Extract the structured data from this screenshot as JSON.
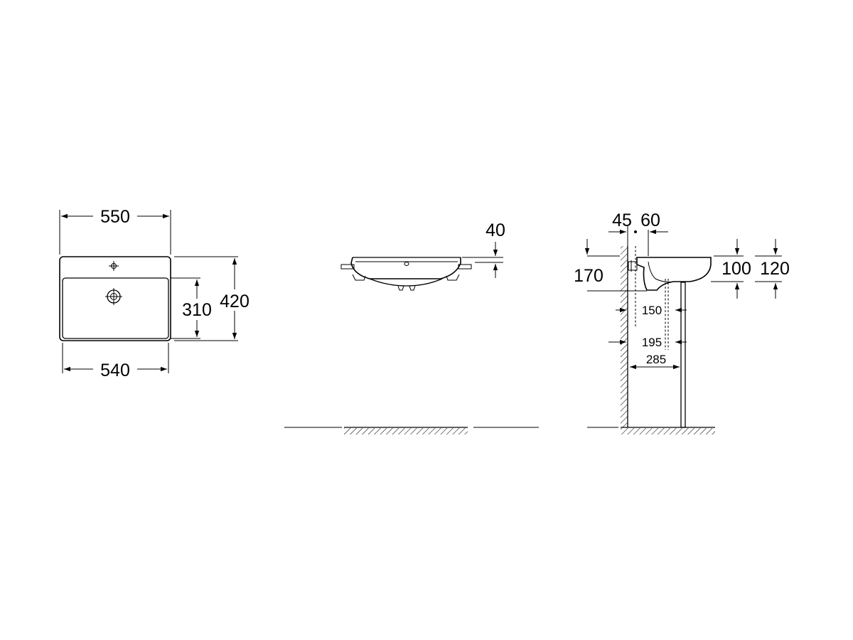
{
  "top_view": {
    "width_outer": "550",
    "width_inner": "540",
    "depth_outer": "420",
    "depth_inner": "310"
  },
  "front_view": {
    "rim_height": "40"
  },
  "side_view": {
    "wall_offset": "45",
    "tap_offset": "60",
    "fixing_height": "170",
    "bowl_depth": "100",
    "overall_height": "120",
    "waste_150": "150",
    "waste_195": "195",
    "projection": "285"
  }
}
